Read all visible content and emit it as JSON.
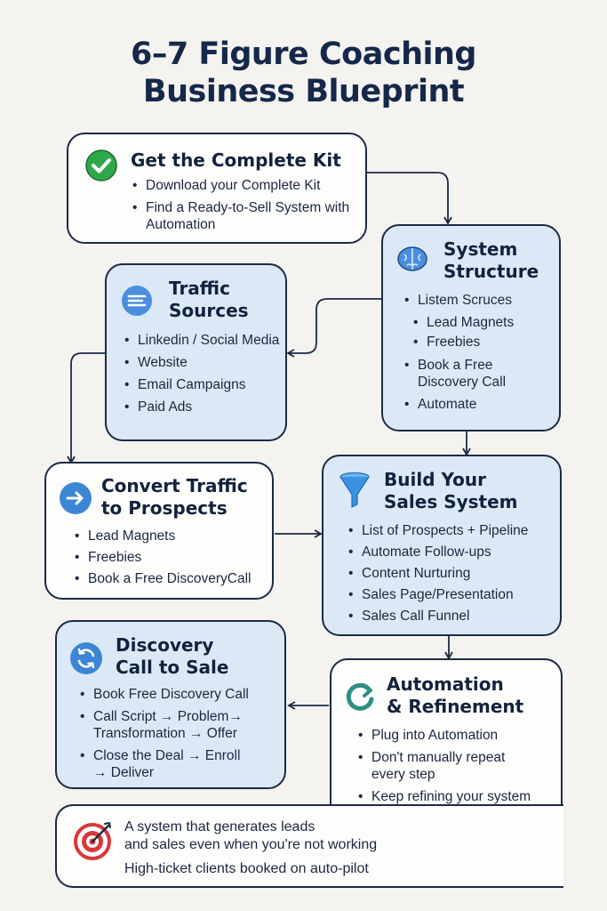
{
  "title": [
    "6–7 Figure Coaching",
    "Business Blueprint"
  ],
  "steps": {
    "kit": {
      "icon": "check-circle-icon",
      "title": "Get the Complete Kit",
      "items": [
        "Download your Complete Kit",
        "Find a Ready-to-Sell System with Automation"
      ]
    },
    "system": {
      "icon": "brain-icon",
      "title": [
        "System",
        "Structure"
      ],
      "items": [
        "Listem Scruces",
        "Lead Magnets",
        "Freebies",
        "Book a Free Discovery Call",
        "Automate"
      ]
    },
    "traffic": {
      "icon": "menu-lines-icon",
      "title": [
        "Traffic",
        "Sources"
      ],
      "items": [
        "Linkedin / Social Media",
        "Website",
        "Email Campaigns",
        "Paid Ads"
      ]
    },
    "convert": {
      "icon": "arrow-right-circle-icon",
      "title": [
        "Convert Traffic",
        "to Prospects"
      ],
      "items": [
        "Lead Magnets",
        "Freebies",
        "Book a Free DiscoveryCall"
      ]
    },
    "sales": {
      "icon": "funnel-icon",
      "title": [
        "Build Your",
        "Sales System"
      ],
      "items": [
        "List of Prospects + Pipeline",
        "Automate Follow-ups",
        "Content Nurturing",
        "Sales Page/Presentation",
        "Sales Call Funnel"
      ]
    },
    "discovery": {
      "icon": "refresh-circle-icon",
      "title": [
        "Discovery",
        "Call to Sale"
      ],
      "items": [
        "Book Free Discovery Call",
        "Call Script → Problem→ Transformation → Offer",
        "Close the Deal → Enroll → Deliver"
      ]
    },
    "automation": {
      "icon": "cycle-arrow-icon",
      "title": [
        "Automation",
        "& Refinement"
      ],
      "items": [
        "Plug into Automation",
        "Don't manually repeat every step",
        "Keep refining your system for scale"
      ]
    }
  },
  "result": {
    "icon": "target-icon",
    "lines": [
      "A system that generates leads",
      "and sales even when you're not working",
      "High-ticket clients booked on auto-pilot"
    ]
  },
  "colors": {
    "navy": "#15284a",
    "card_blue": "#dbe9f7",
    "card_white": "#fdfdfc",
    "accent_blue": "#3d86d6",
    "target_red": "#d93838",
    "check_green": "#2fa84a"
  }
}
